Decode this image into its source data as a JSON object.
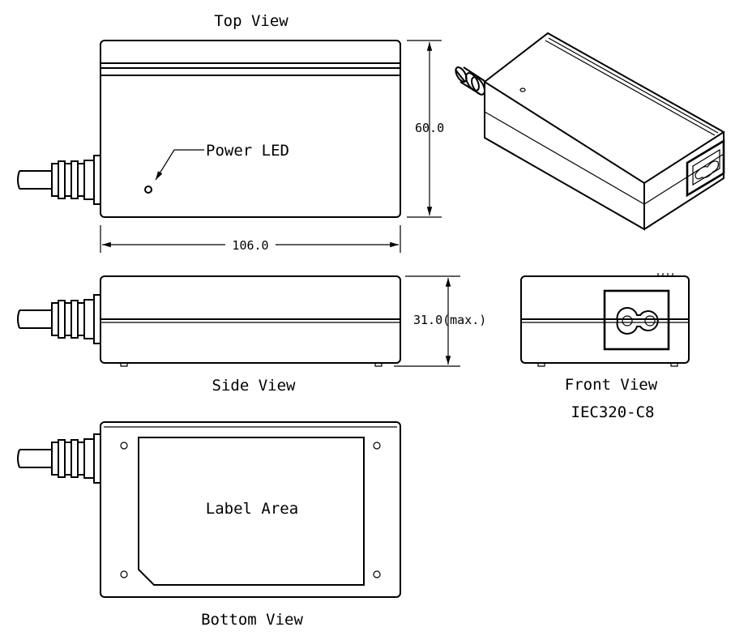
{
  "views": {
    "top": "Top View",
    "side": "Side View",
    "front": "Front View",
    "bottom": "Bottom View"
  },
  "connector": "IEC320-C8",
  "callouts": {
    "led": "Power LED",
    "label_area": "Label Area"
  },
  "dimensions": {
    "height": "60.0",
    "length": "106.0",
    "thickness": "31.0(max.)"
  }
}
